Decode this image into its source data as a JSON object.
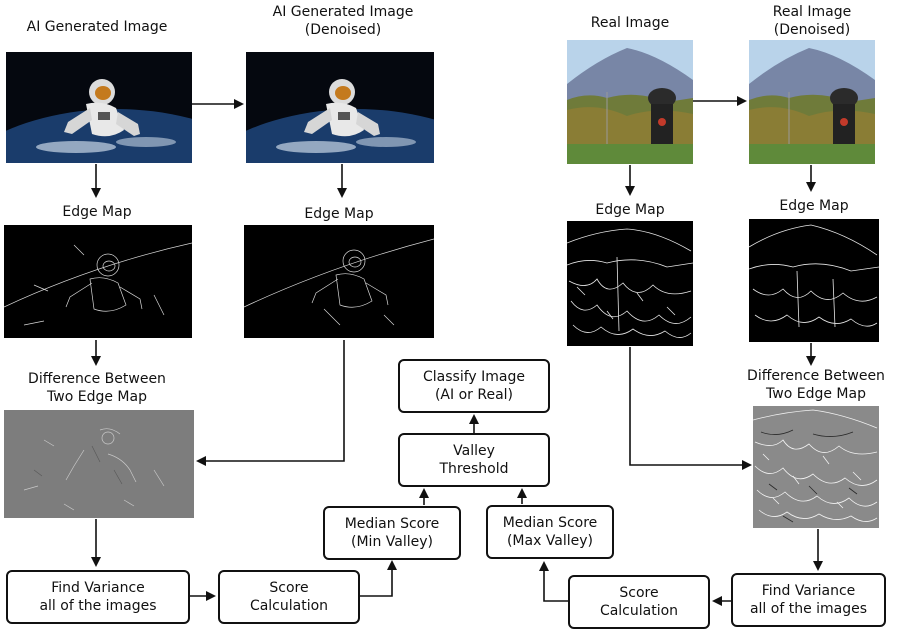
{
  "labels": {
    "ai_generated": "AI Generated Image",
    "ai_denoised_1": "AI Generated Image",
    "ai_denoised_2": "(Denoised)",
    "real": "Real Image",
    "real_denoised_1": "Real Image",
    "real_denoised_2": "(Denoised)",
    "edge_map_ai": "Edge Map",
    "edge_map_ai_denoised": "Edge Map",
    "edge_map_real": "Edge Map",
    "edge_map_real_denoised": "Edge Map",
    "diff_ai_1": "Difference Between",
    "diff_ai_2": "Two Edge Map",
    "diff_real_1": "Difference Between",
    "diff_real_2": "Two Edge Map"
  },
  "boxes": {
    "classify_1": "Classify Image",
    "classify_2": "(AI or Real)",
    "valley_1": "Valley",
    "valley_2": "Threshold",
    "median_min_1": "Median Score",
    "median_min_2": "(Min Valley)",
    "median_max_1": "Median Score",
    "median_max_2": "(Max Valley)",
    "variance_ai_1": "Find Variance",
    "variance_ai_2": "all of the images",
    "score_ai_1": "Score",
    "score_ai_2": "Calculation",
    "score_real_1": "Score",
    "score_real_2": "Calculation",
    "variance_real_1": "Find Variance",
    "variance_real_2": "all of the images"
  }
}
